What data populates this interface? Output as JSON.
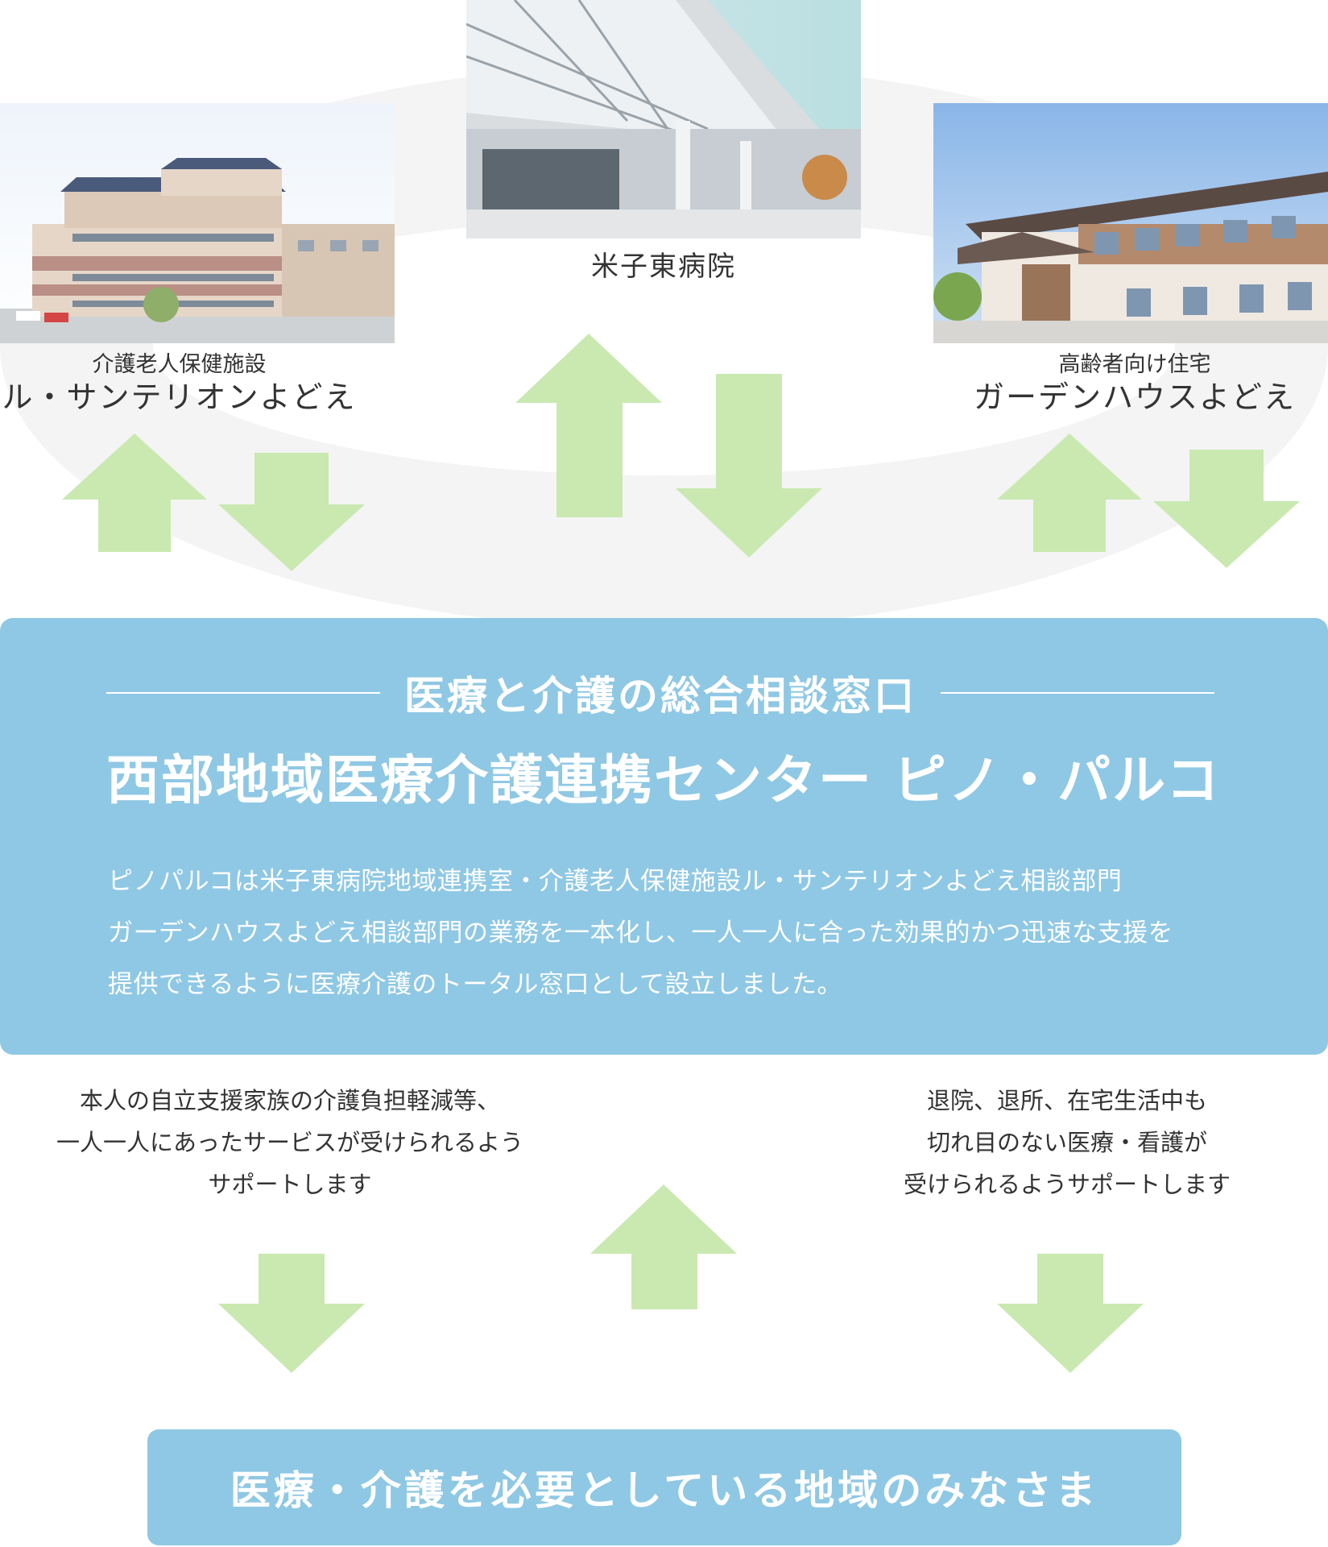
{
  "facilities": {
    "left": {
      "small": "介護老人保健施設",
      "name": "ル・サンテリオンよどえ"
    },
    "center": {
      "name": "米子東病院"
    },
    "right": {
      "small": "高齢者向け住宅",
      "name": "ガーデンハウスよどえ"
    }
  },
  "center_box": {
    "subtitle": "医療と介護の総合相談窓口",
    "title": "西部地域医療介護連携センター ピノ・パルコ",
    "description": [
      "ピノパルコは米子東病院地域連携室・介護老人保健施設ル・サンテリオンよどえ相談部門",
      "ガーデンハウスよどえ相談部門の業務を一本化し、一人一人に合った効果的かつ迅速な支援を",
      "提供できるように医療介護のトータル窓口として設立しました。"
    ]
  },
  "notes": {
    "left": [
      "本人の自立支援家族の介護負担軽減等、",
      "一人一人にあったサービスが受けられるよう",
      "サポートします"
    ],
    "right": [
      "退院、退所、在宅生活中も",
      "切れ目のない医療・看護が",
      "受けられるようサポートします"
    ]
  },
  "bottom_box": {
    "label": "医療・介護を必要としている地域のみなさま"
  },
  "colors": {
    "box": "#8fc8e4",
    "arrow": "#c9e9b1",
    "ring": "#f4f4f4"
  }
}
